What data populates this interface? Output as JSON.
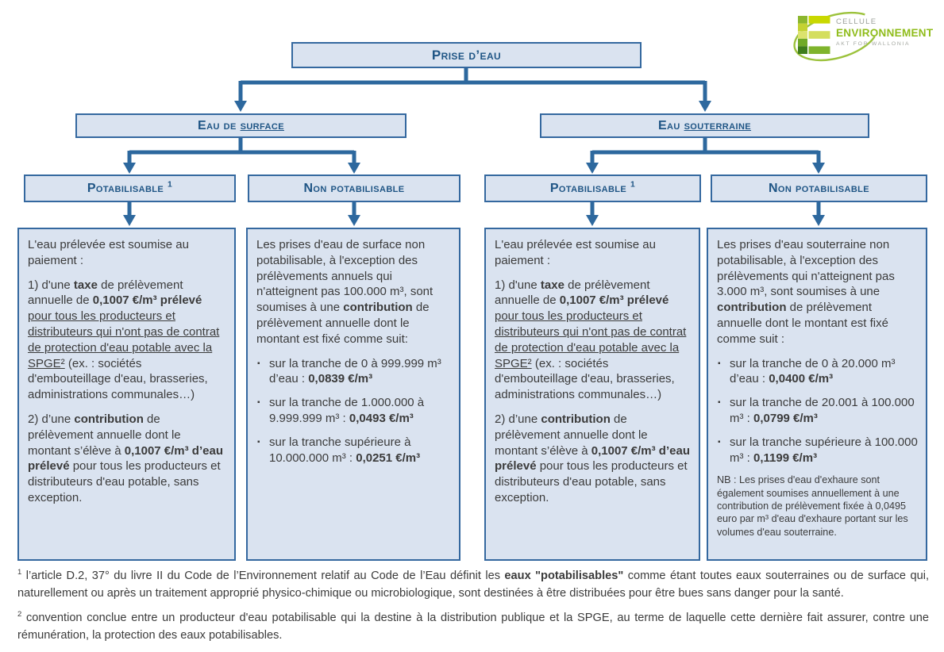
{
  "bullet": "▪",
  "palette": {
    "box_fill": "#dae3f0",
    "box_border": "#34689f",
    "connector_blue": "#2d689e",
    "heading_text": "#1f5585",
    "body_text": "#3b3b3b",
    "logo_green": "#8fbc1a",
    "logo_gray": "#9ba09a"
  },
  "logo": {
    "line1": "CELLULE",
    "line2": "ENVIRONNEMENT",
    "line3": "AKT FOR WALLONIA"
  },
  "tree": {
    "root": "Prise d’eau",
    "surface": [
      {
        "t": "Eau de "
      },
      {
        "t": "surface",
        "u": 1
      }
    ],
    "souterraine": [
      {
        "t": "Eau "
      },
      {
        "t": "souterraine",
        "u": 1
      }
    ],
    "pot_surface": [
      {
        "t": "Potabilisable "
      },
      {
        "t": "1",
        "sup": 1
      }
    ],
    "nonpot_surface": [
      {
        "t": "Non potabilisable"
      }
    ],
    "pot_souterraine": [
      {
        "t": "Potabilisable "
      },
      {
        "t": "1",
        "sup": 1
      }
    ],
    "nonpot_souterraine": [
      {
        "t": "Non potabilisable"
      }
    ]
  },
  "boxes": {
    "surface_potabilisable": [
      {
        "type": "p",
        "runs": [
          {
            "t": "L'eau prélevée est soumise au paiement :"
          }
        ]
      },
      {
        "type": "p",
        "runs": [
          {
            "t": "1) d'une "
          },
          {
            "t": "taxe",
            "b": 1
          },
          {
            "t": " de prélèvement annuelle de "
          },
          {
            "t": "0,1007 €/m³ prélevé",
            "b": 1
          },
          {
            "t": " "
          },
          {
            "t": "pour tous les producteurs et distributeurs qui n'ont pas de contrat de protection d'eau potable avec la SPGE²",
            "u": 1
          },
          {
            "t": " (ex. : sociétés d'embouteillage d'eau, brasseries, administrations communales…)"
          }
        ]
      },
      {
        "type": "p",
        "runs": [
          {
            "t": "2) d’une "
          },
          {
            "t": "contribution",
            "b": 1
          },
          {
            "t": " de prélèvement annuelle dont le montant s’élève à "
          },
          {
            "t": "0,1007 €/m³ d’eau prélevé",
            "b": 1
          },
          {
            "t": " pour tous les producteurs et distributeurs d'eau potable, sans exception."
          }
        ]
      }
    ],
    "surface_non_potabilisable": [
      {
        "type": "p",
        "runs": [
          {
            "t": "Les prises d'eau de surface non potabilisable, à l'exception des prélèvements annuels qui n'atteignent pas 100.000 m³, sont soumises à une "
          },
          {
            "t": "contribution",
            "b": 1
          },
          {
            "t": " de prélèvement annuelle dont le montant est fixé comme suit:"
          }
        ]
      },
      {
        "type": "li",
        "runs": [
          {
            "t": "sur la tranche de 0 à 999.999 m³ d’eau : "
          },
          {
            "t": "0,0839 €/m³",
            "b": 1
          }
        ]
      },
      {
        "type": "li",
        "runs": [
          {
            "t": "sur la tranche de 1.000.000 à 9.999.999 m³ : "
          },
          {
            "t": "0,0493 €/m³",
            "b": 1
          }
        ]
      },
      {
        "type": "li",
        "runs": [
          {
            "t": "sur la tranche supérieure à 10.000.000 m³ : "
          },
          {
            "t": "0,0251 €/m³",
            "b": 1
          }
        ]
      }
    ],
    "souterraine_potabilisable": [
      {
        "type": "p",
        "runs": [
          {
            "t": "L'eau prélevée est soumise au paiement :"
          }
        ]
      },
      {
        "type": "p",
        "runs": [
          {
            "t": "1) d'une "
          },
          {
            "t": "taxe",
            "b": 1
          },
          {
            "t": " de prélèvement annuelle de "
          },
          {
            "t": "0,1007 €/m³ prélevé",
            "b": 1
          },
          {
            "t": " "
          },
          {
            "t": "pour tous les producteurs et distributeurs qui n'ont pas de contrat de protection d'eau potable avec la SPGE²",
            "u": 1
          },
          {
            "t": " (ex. : sociétés d'embouteillage d'eau, brasseries, administrations communales…)"
          }
        ]
      },
      {
        "type": "p",
        "runs": [
          {
            "t": "2) d’une "
          },
          {
            "t": "contribution",
            "b": 1
          },
          {
            "t": " de prélèvement annuelle dont le montant s’élève à "
          },
          {
            "t": "0,1007 €/m³ d’eau prélevé",
            "b": 1
          },
          {
            "t": " pour tous les producteurs et distributeurs d'eau potable, sans exception."
          }
        ]
      }
    ],
    "souterraine_non_potabilisable": [
      {
        "type": "p",
        "runs": [
          {
            "t": "Les prises d'eau souterraine non potabilisable, à l'exception des prélèvements qui n'atteignent pas 3.000 m³, sont soumises à une "
          },
          {
            "t": "contribution",
            "b": 1
          },
          {
            "t": " de prélèvement annuelle dont le montant est fixé comme suit :"
          }
        ]
      },
      {
        "type": "li",
        "runs": [
          {
            "t": "sur la tranche de 0 à 20.000 m³ d’eau : "
          },
          {
            "t": "0,0400 €/m³",
            "b": 1
          }
        ]
      },
      {
        "type": "li",
        "runs": [
          {
            "t": "sur la tranche de 20.001 à 100.000 m³ : "
          },
          {
            "t": "0,0799 €/m³",
            "b": 1
          }
        ]
      },
      {
        "type": "li",
        "runs": [
          {
            "t": "sur la tranche supérieure à 100.000 m³ : "
          },
          {
            "t": "0,1199 €/m³",
            "b": 1
          }
        ]
      },
      {
        "type": "p",
        "size": "small",
        "runs": [
          {
            "t": "NB : Les prises d'eau d'exhaure sont également soumises annuellement à une contribution de prélèvement fixée à 0,0495 euro par m³ d'eau d'exhaure portant sur les volumes d'eau souterraine."
          }
        ]
      }
    ]
  },
  "footnotes": [
    [
      {
        "t": "1",
        "sup": 1
      },
      {
        "t": " l’article D.2, 37° du livre II du Code de l’Environnement relatif au Code de l’Eau définit les "
      },
      {
        "t": "eaux \"potabilisables\"",
        "b": 1
      },
      {
        "t": " comme étant toutes eaux souterraines ou de surface qui, naturellement ou après un traitement approprié physico-chimique ou microbiologique, sont destinées à être distribuées pour être bues sans danger pour la santé."
      }
    ],
    [
      {
        "t": "2",
        "sup": 1
      },
      {
        "t": " convention conclue entre un producteur d'eau potabilisable qui la destine à la distribution publique et la SPGE, au terme de laquelle cette dernière fait assurer, contre une rémunération, la protection des eaux potabilisables."
      }
    ]
  ]
}
